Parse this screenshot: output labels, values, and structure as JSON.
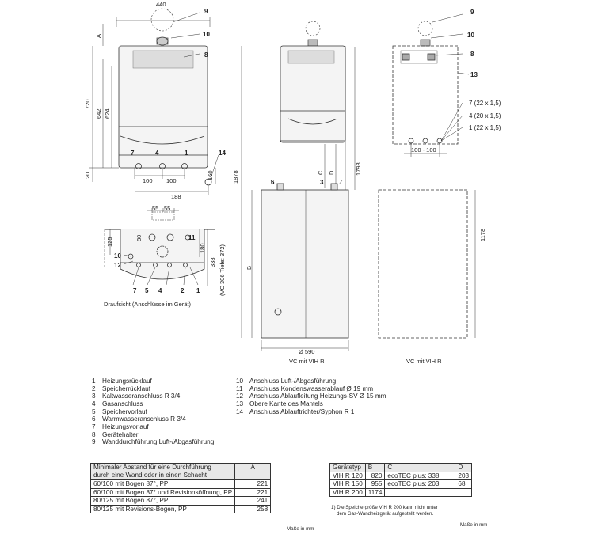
{
  "front_view": {
    "width_top": "440",
    "dim_a": "A",
    "heights": [
      "720",
      "642",
      "624"
    ],
    "dim_20": "20",
    "spacing": [
      "100",
      "100"
    ],
    "offset_188": "188",
    "offset_160": "160",
    "labels": [
      "7",
      "4",
      "1"
    ],
    "right_labels": [
      "9",
      "10",
      "8",
      "14"
    ]
  },
  "top_view": {
    "dims_55": [
      "55",
      "55"
    ],
    "d125": "125",
    "d80": "80",
    "d180": "180",
    "d338": "338",
    "vert_note": "(VC 306 Tiefe: 372)",
    "labels_left": [
      "10",
      "12"
    ],
    "labels_right": [
      "11"
    ],
    "labels_bottom": [
      "7",
      "5",
      "4",
      "2",
      "1"
    ],
    "caption": "Draufsicht (Anschlüsse im Gerät)"
  },
  "mid_view": {
    "height_total": "1878",
    "dim_c": "C",
    "dim_d": "D",
    "dim_b": "B",
    "h1798": "1798",
    "labels": [
      "6",
      "3"
    ],
    "diameter": "Ø 590",
    "caption": "VC mit VIH R"
  },
  "right_view": {
    "labels": [
      "9",
      "10",
      "8",
      "13",
      "7 (22 x 1,5)",
      "4 (20 x 1,5)",
      "1 (22 x 1,5)"
    ],
    "spacing": "100 - 100",
    "h1178": "1178",
    "caption": "VC mit VIH R"
  },
  "legend_left": [
    {
      "n": "1",
      "t": "Heizungsrücklauf"
    },
    {
      "n": "2",
      "t": "Speicherrücklauf"
    },
    {
      "n": "3",
      "t": "Kaltwasseranschluss R 3/4"
    },
    {
      "n": "4",
      "t": "Gasanschluss"
    },
    {
      "n": "5",
      "t": "Speichervorlauf"
    },
    {
      "n": "6",
      "t": "Warmwasseranschluss R 3/4"
    },
    {
      "n": "7",
      "t": "Heizungsvorlauf"
    },
    {
      "n": "8",
      "t": "Gerätehalter"
    },
    {
      "n": "9",
      "t": "Wanddurchführung Luft-/Abgasführung"
    }
  ],
  "legend_right": [
    {
      "n": "10",
      "t": "Anschluss Luft-/Abgasführung"
    },
    {
      "n": "11",
      "t": "Anschluss Kondenswasserablauf Ø 19 mm"
    },
    {
      "n": "12",
      "t": "Anschluss Ablaufleitung Heizungs-SV Ø 15 mm"
    },
    {
      "n": "13",
      "t": "Obere Kante des Mantels"
    },
    {
      "n": "14",
      "t": "Anschluss Ablauftrichter/Syphon R 1"
    }
  ],
  "table_a": {
    "header": [
      "Minimaler Abstand für eine Durchführung durch eine Wand oder in einen Schacht",
      "A"
    ],
    "header_line1": "Minimaler Abstand für eine Durchführung",
    "header_line2": "durch eine Wand oder in einen Schacht",
    "rows": [
      [
        "60/100 mit Bogen 87°, PP",
        "221"
      ],
      [
        "60/100 mit Bogen 87° und Revisionsöffnung, PP",
        "221"
      ],
      [
        "80/125 mit Bogen 87°, PP",
        "241"
      ],
      [
        "80/125 mit Revisions-Bogen, PP",
        "258"
      ]
    ],
    "unit_note": "Maße in mm"
  },
  "table_b": {
    "header": [
      "Gerätetyp",
      "B",
      "C",
      "D"
    ],
    "rows": [
      [
        "VIH R 120",
        "820",
        "ecoTEC plus: 338",
        "203"
      ],
      [
        "VIH R 150",
        "955",
        "ecoTEC plus: 203",
        "68"
      ],
      [
        "VIH R 200",
        "1174",
        "",
        ""
      ]
    ],
    "footnote_1": "1) Die Speichergröße VIH R 200 kann nicht unter",
    "footnote_2": "dem Gas-Wandheizgerät aufgestellt werden.",
    "unit_note": "Maße in mm"
  }
}
